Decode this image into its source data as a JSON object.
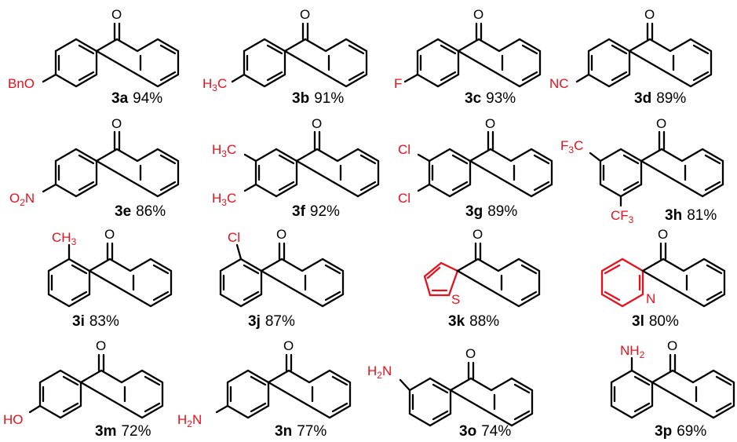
{
  "colors": {
    "substituent": "#e8101a",
    "bond": "#000000"
  },
  "compounds": [
    {
      "id": "3a",
      "yield": "94%"
    },
    {
      "id": "3b",
      "yield": "91%"
    },
    {
      "id": "3c",
      "yield": "93%"
    },
    {
      "id": "3d",
      "yield": "89%"
    },
    {
      "id": "3e",
      "yield": "86%"
    },
    {
      "id": "3f",
      "yield": "92%"
    },
    {
      "id": "3g",
      "yield": "89%"
    },
    {
      "id": "3h",
      "yield": "81%"
    },
    {
      "id": "3i",
      "yield": "83%"
    },
    {
      "id": "3j",
      "yield": "87%"
    },
    {
      "id": "3k",
      "yield": "88%"
    },
    {
      "id": "3l",
      "yield": "80%"
    },
    {
      "id": "3m",
      "yield": "72%"
    },
    {
      "id": "3n",
      "yield": "77%"
    },
    {
      "id": "3o",
      "yield": "74%"
    },
    {
      "id": "3p",
      "yield": "69%"
    }
  ],
  "atoms": {
    "O": "O",
    "BnO": "BnO",
    "H": "H",
    "C": "C",
    "F": "F",
    "NC": "NC",
    "N": "N",
    "Cl": "Cl",
    "S": "S",
    "HO": "HO",
    "3": "3",
    "2": "2",
    "CH": "CH",
    "NH": "NH"
  }
}
